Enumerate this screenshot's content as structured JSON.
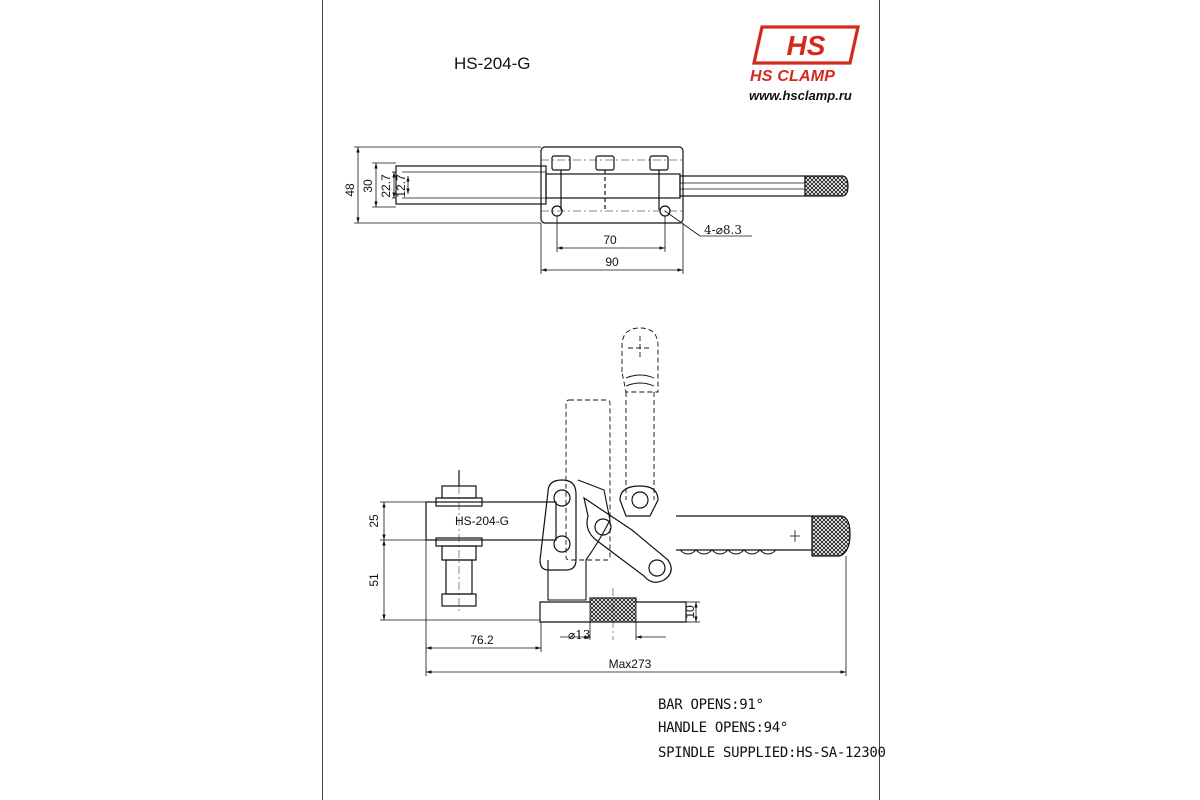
{
  "drawing": {
    "model": "HS-204-G",
    "body_label": "HS-204-G"
  },
  "logo": {
    "mark": "HS",
    "brand": "HS CLAMP",
    "website": "www.hsclamp.ru",
    "color": "#d42a1e"
  },
  "top_view": {
    "dimensions": {
      "overall_height": "48",
      "inner_height": "30",
      "bar_width": "22.7",
      "slot_width": "12.7",
      "hole_spacing": "70",
      "base_length": "90",
      "holes": "4-⌀8.3"
    }
  },
  "side_view": {
    "dimensions": {
      "height_upper": "25",
      "height_lower": "51",
      "spindle_reach": "76.2",
      "hole_diameter": "⌀13",
      "base_thickness": "10",
      "max_length": "Max273"
    }
  },
  "specs": {
    "bar_opens": "BAR OPENS:91°",
    "handle_opens": "HANDLE OPENS:94°",
    "spindle": "SPINDLE SUPPLIED:HS-SA-12300"
  }
}
